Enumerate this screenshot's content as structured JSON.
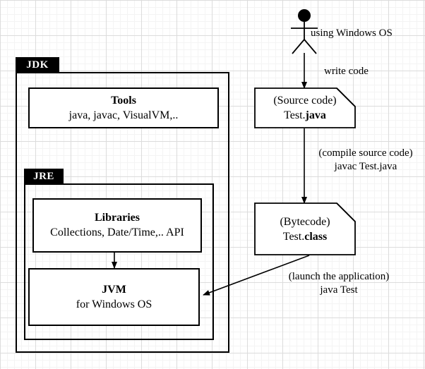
{
  "diagram": {
    "title": "Java Platform: JDK / JRE / JVM and compile-run flow",
    "stroke_color": "#000000",
    "background_color": "#ffffff",
    "grid_minor_color": "#f4f4f4",
    "grid_major_color": "#dcdcdc"
  },
  "packages": {
    "jdk": {
      "tab_label": "JDK"
    },
    "jre": {
      "tab_label": "JRE"
    }
  },
  "boxes": {
    "tools": {
      "title": "Tools",
      "subtitle": "java, javac, VisualVM,.."
    },
    "libraries": {
      "title": "Libraries",
      "subtitle": "Collections, Date/Time,.. API"
    },
    "jvm": {
      "title": "JVM",
      "subtitle": "for Windows OS"
    }
  },
  "documents": {
    "source": {
      "line1": "(Source code)",
      "line2_plain": "Test.",
      "line2_bold": "java"
    },
    "bytecode": {
      "line1": "(Bytecode)",
      "line2_plain": "Test.",
      "line2_bold": "class"
    }
  },
  "actor": {
    "name": "user-stick-figure",
    "label": "using Windows OS"
  },
  "edges": {
    "write_code": {
      "label": "write code"
    },
    "compile": {
      "label_line1": "(compile source code)",
      "label_line2": "javac Test.java"
    },
    "launch": {
      "label_line1": "(launch the application)",
      "label_line2": "java Test"
    },
    "libraries_to_jvm": {
      "label": ""
    }
  }
}
